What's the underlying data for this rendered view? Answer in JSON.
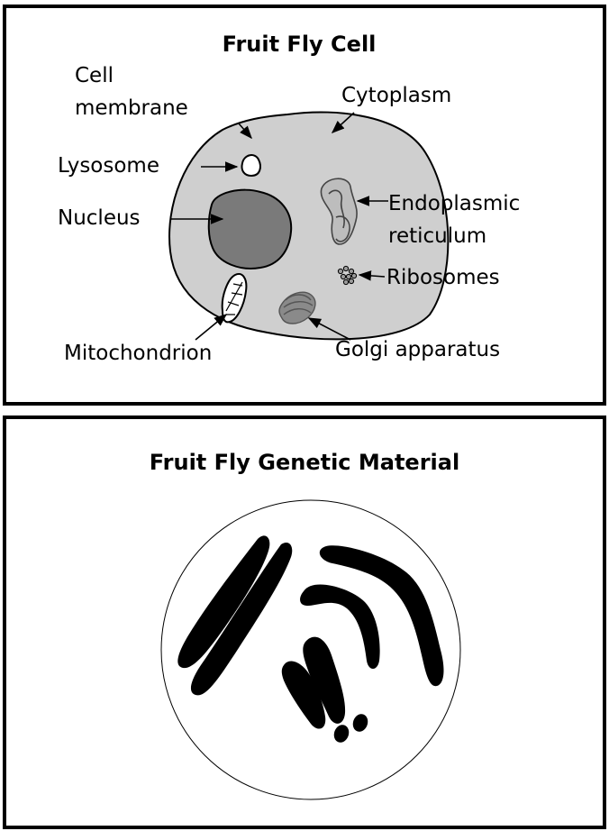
{
  "panels": {
    "cell": {
      "title": "Fruit Fly Cell",
      "labels": {
        "cell_membrane_line1": "Cell",
        "cell_membrane_line2": "membrane",
        "cytoplasm": "Cytoplasm",
        "lysosome": "Lysosome",
        "nucleus": "Nucleus",
        "endoplasmic_line1": "Endoplasmic",
        "endoplasmic_line2": "reticulum",
        "ribosomes": "Ribosomes",
        "mitochondrion": "Mitochondrion",
        "golgi": "Golgi apparatus"
      }
    },
    "genetic": {
      "title": "Fruit Fly Genetic Material"
    }
  },
  "colors": {
    "cell_fill": "#cfcfcf",
    "nucleus_fill": "#7a7a7a",
    "organelle_fill": "#a9a9a9",
    "chromosome_fill": "#000000",
    "border": "#000000"
  }
}
